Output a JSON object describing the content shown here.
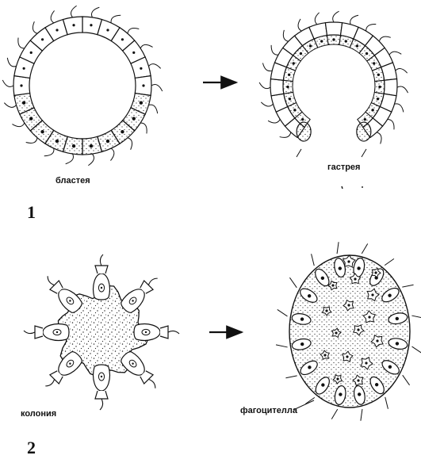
{
  "figure": {
    "labels": {
      "blastea": "бластея",
      "gastrea": "гастрея",
      "colony": "колония",
      "phagocytella": "фагоцителла"
    },
    "panel_numbers": {
      "first": "1",
      "second": "2"
    },
    "colors": {
      "ink": "#111111",
      "background": "#ffffff"
    }
  }
}
